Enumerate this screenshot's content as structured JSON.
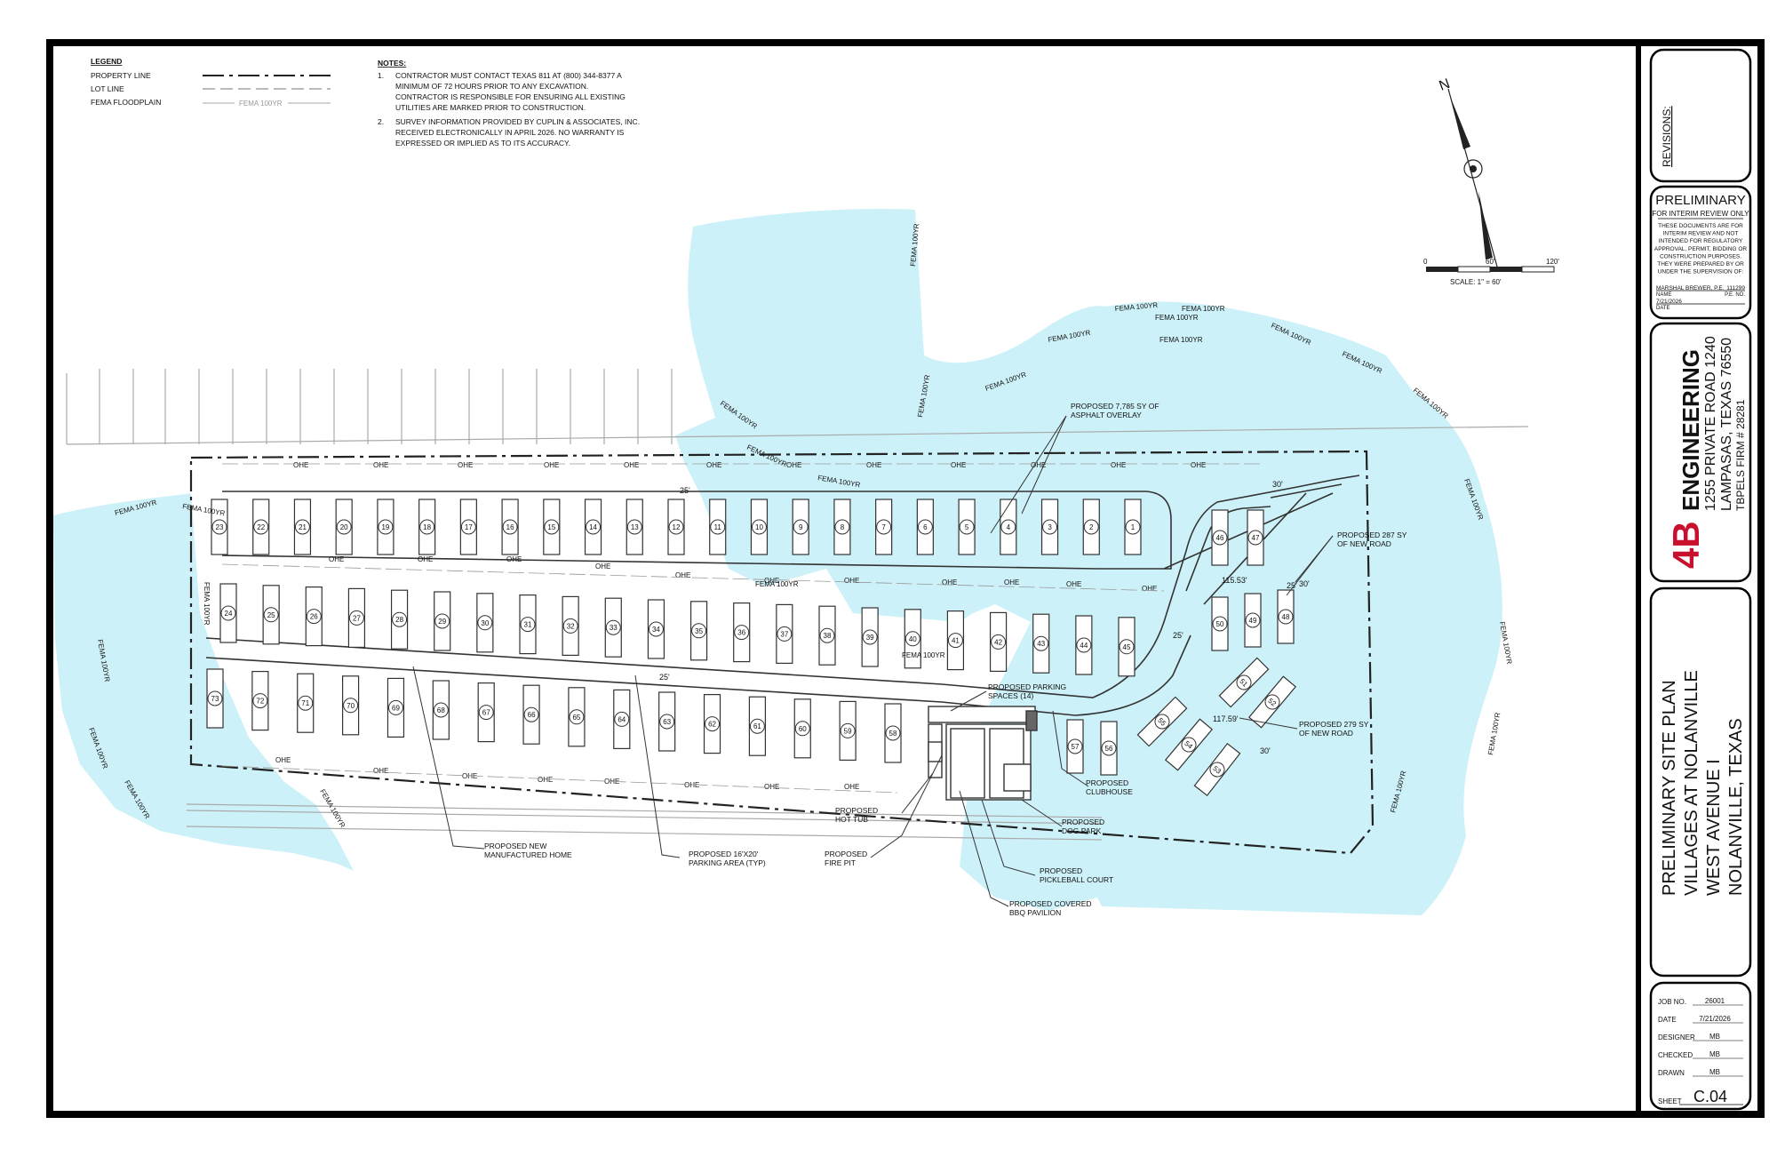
{
  "legend": {
    "title": "LEGEND",
    "items": [
      {
        "label": "PROPERTY LINE",
        "sample": ""
      },
      {
        "label": "LOT LINE",
        "sample": ""
      },
      {
        "label": "FEMA FLOODPLAIN",
        "sample": "FEMA 100YR"
      }
    ]
  },
  "notes": {
    "title": "NOTES:",
    "items": [
      {
        "num": "1.",
        "lines": [
          "CONTRACTOR MUST CONTACT TEXAS 811 AT (800) 344-8377 A",
          "MINIMUM OF 72 HOURS PRIOR TO ANY EXCAVATION.",
          "CONTRACTOR IS RESPONSIBLE FOR ENSURING ALL EXISTING",
          "UTILITIES ARE MARKED PRIOR TO CONSTRUCTION."
        ]
      },
      {
        "num": "2.",
        "lines": [
          "SURVEY INFORMATION PROVIDED BY CUPLIN & ASSOCIATES, INC.",
          "RECEIVED ELECTRONICALLY IN APRIL 2026. NO WARRANTY IS",
          "EXPRESSED OR IMPLIED AS TO ITS ACCURACY."
        ]
      }
    ]
  },
  "north": {
    "label": "N"
  },
  "scale": {
    "ticks": [
      "0",
      "60'",
      "120'"
    ],
    "label": "SCALE: 1\" = 60'"
  },
  "plan": {
    "flood_label": "FEMA 100YR",
    "ohe_label": "OHE",
    "lots": {
      "row1": [
        "23",
        "22",
        "21",
        "20",
        "19",
        "18",
        "17",
        "16",
        "15",
        "14",
        "13",
        "12",
        "11",
        "10",
        "9",
        "8",
        "7",
        "6",
        "5",
        "4",
        "3",
        "2",
        "1"
      ],
      "row1b": [
        "46",
        "47"
      ],
      "row2": [
        "24",
        "25",
        "26",
        "27",
        "28",
        "29",
        "30",
        "31",
        "32",
        "33",
        "34",
        "35",
        "36",
        "37",
        "38",
        "39",
        "40",
        "41",
        "42",
        "43",
        "44",
        "45"
      ],
      "row2b": [
        "50",
        "49",
        "48"
      ],
      "row3": [
        "73",
        "72",
        "71",
        "70",
        "69",
        "68",
        "67",
        "66",
        "65",
        "64",
        "63",
        "62",
        "61",
        "60",
        "59",
        "58"
      ],
      "row3b": [
        "57",
        "56"
      ],
      "curve": [
        "51",
        "52",
        "55",
        "54",
        "53"
      ]
    },
    "dims": {
      "d1": "25'",
      "d2": "25'",
      "d3": "25'",
      "d4": "115.53'",
      "d5": "25'",
      "d6": "117.59'",
      "d7": "30'",
      "d8": "30'",
      "d9": "30'"
    },
    "callouts": [
      {
        "lines": [
          "PROPOSED 7,785 SY OF",
          "ASPHALT OVERLAY"
        ]
      },
      {
        "lines": [
          "PROPOSED 287 SY",
          "OF NEW ROAD"
        ]
      },
      {
        "lines": [
          "PROPOSED PARKING",
          "SPACES (14)"
        ]
      },
      {
        "lines": [
          "PROPOSED 279 SY",
          "OF NEW ROAD"
        ]
      },
      {
        "lines": [
          "PROPOSED",
          "CLUBHOUSE"
        ]
      },
      {
        "lines": [
          "PROPOSED",
          "HOT TUB"
        ]
      },
      {
        "lines": [
          "PROPOSED",
          "DOG PARK"
        ]
      },
      {
        "lines": [
          "PROPOSED NEW",
          "MANUFACTURED HOME"
        ]
      },
      {
        "lines": [
          "PROPOSED 16'X20'",
          "PARKING AREA (TYP)"
        ]
      },
      {
        "lines": [
          "PROPOSED",
          "FIRE PIT"
        ]
      },
      {
        "lines": [
          "PROPOSED",
          "PICKLEBALL COURT"
        ]
      },
      {
        "lines": [
          "PROPOSED COVERED",
          "BBQ PAVILION"
        ]
      }
    ]
  },
  "title_block": {
    "revisions": "REVISIONS:",
    "seal": {
      "title": "PRELIMINARY",
      "subtitle": "FOR INTERIM REVIEW ONLY",
      "body": [
        "THESE DOCUMENTS ARE FOR",
        "INTERIM REVIEW AND NOT",
        "INTENDED FOR REGULATORY",
        "APPROVAL, PERMIT, BIDDING OR",
        "CONSTRUCTION PURPOSES.",
        "THEY WERE PREPARED BY OR",
        "UNDER THE SUPERVISION OF:"
      ],
      "engineer": "MARSHAL BREWER, P.E.",
      "pe_number": "111299",
      "name_label": "NAME",
      "pe_label": "P.E. NO.",
      "date": "7/21/2026",
      "date_label": "DATE"
    },
    "firm": {
      "logo": "4B",
      "name": "ENGINEERING",
      "address1": "1255 PRIVATE ROAD 1240",
      "address2": "LAMPASAS, TEXAS 76550",
      "tbpels": "TBPELS FIRM # 28281"
    },
    "project": {
      "line1": "PRELIMINARY SITE PLAN",
      "line2": "VILLAGES AT NOLANVILLE",
      "line3": "WEST AVENUE I",
      "line4": "NOLANVILLE, TEXAS"
    },
    "info": [
      {
        "label": "JOB NO.",
        "value": "26001"
      },
      {
        "label": "DATE",
        "value": "7/21/2026"
      },
      {
        "label": "DESIGNER",
        "value": "MB"
      },
      {
        "label": "CHECKED",
        "value": "MB"
      },
      {
        "label": "DRAWN",
        "value": "MB"
      }
    ],
    "sheet_label": "SHEET",
    "sheet_number": "C.04"
  },
  "colors": {
    "flood": "#cdf1f8",
    "lines": "#222222",
    "frame": "#000000"
  }
}
